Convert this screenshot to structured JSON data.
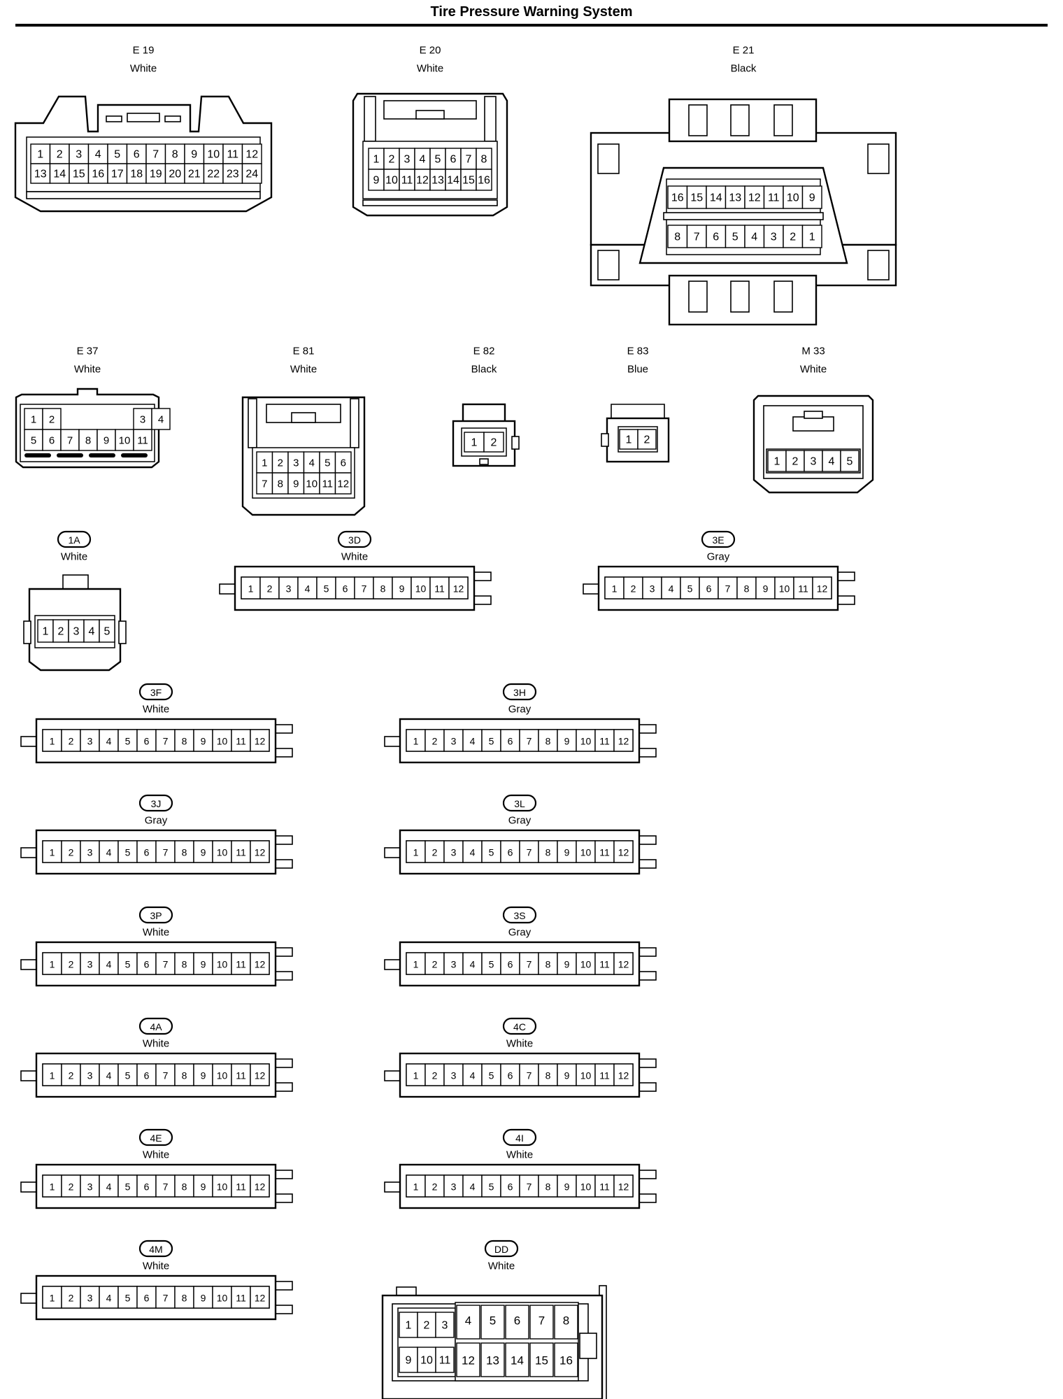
{
  "title": "Tire Pressure Warning System",
  "connectors": [
    {
      "id": "E 19",
      "badge": false,
      "color": "White",
      "rows": [
        [
          "1",
          "2",
          "3",
          "4",
          "5",
          "6",
          "7",
          "8",
          "9",
          "10",
          "11",
          "12"
        ],
        [
          "13",
          "14",
          "15",
          "16",
          "17",
          "18",
          "19",
          "20",
          "21",
          "22",
          "23",
          "24"
        ]
      ]
    },
    {
      "id": "E 20",
      "badge": false,
      "color": "White",
      "rows": [
        [
          "1",
          "2",
          "3",
          "4",
          "5",
          "6",
          "7",
          "8"
        ],
        [
          "9",
          "10",
          "11",
          "12",
          "13",
          "14",
          "15",
          "16"
        ]
      ]
    },
    {
      "id": "E 21",
      "badge": false,
      "color": "Black",
      "rows": [
        [
          "16",
          "15",
          "14",
          "13",
          "12",
          "11",
          "10",
          "9"
        ],
        [
          "8",
          "7",
          "6",
          "5",
          "4",
          "3",
          "2",
          "1"
        ]
      ]
    },
    {
      "id": "E 37",
      "badge": false,
      "color": "White",
      "rows": [
        [
          "1",
          "2",
          "",
          "",
          "",
          "",
          "3",
          "4"
        ],
        [
          "5",
          "6",
          "7",
          "8",
          "9",
          "10",
          "11"
        ]
      ]
    },
    {
      "id": "E 81",
      "badge": false,
      "color": "White",
      "rows": [
        [
          "1",
          "2",
          "3",
          "4",
          "5",
          "6"
        ],
        [
          "7",
          "8",
          "9",
          "10",
          "11",
          "12"
        ]
      ]
    },
    {
      "id": "E 82",
      "badge": false,
      "color": "Black",
      "rows": [
        [
          "1",
          "2"
        ]
      ]
    },
    {
      "id": "E 83",
      "badge": false,
      "color": "Blue",
      "rows": [
        [
          "1",
          "2"
        ]
      ]
    },
    {
      "id": "M 33",
      "badge": false,
      "color": "White",
      "rows": [
        [
          "1",
          "2",
          "3",
          "4",
          "5"
        ]
      ]
    },
    {
      "id": "1A",
      "badge": true,
      "color": "White",
      "rows": [
        [
          "1",
          "2",
          "3",
          "4",
          "5"
        ]
      ]
    },
    {
      "id": "3D",
      "badge": true,
      "color": "White",
      "rows": [
        [
          "1",
          "2",
          "3",
          "4",
          "5",
          "6",
          "7",
          "8",
          "9",
          "10",
          "11",
          "12"
        ]
      ]
    },
    {
      "id": "3E",
      "badge": true,
      "color": "Gray",
      "rows": [
        [
          "1",
          "2",
          "3",
          "4",
          "5",
          "6",
          "7",
          "8",
          "9",
          "10",
          "11",
          "12"
        ]
      ]
    },
    {
      "id": "3F",
      "badge": true,
      "color": "White",
      "rows": [
        [
          "1",
          "2",
          "3",
          "4",
          "5",
          "6",
          "7",
          "8",
          "9",
          "10",
          "11",
          "12"
        ]
      ]
    },
    {
      "id": "3H",
      "badge": true,
      "color": "Gray",
      "rows": [
        [
          "1",
          "2",
          "3",
          "4",
          "5",
          "6",
          "7",
          "8",
          "9",
          "10",
          "11",
          "12"
        ]
      ]
    },
    {
      "id": "3J",
      "badge": true,
      "color": "Gray",
      "rows": [
        [
          "1",
          "2",
          "3",
          "4",
          "5",
          "6",
          "7",
          "8",
          "9",
          "10",
          "11",
          "12"
        ]
      ]
    },
    {
      "id": "3L",
      "badge": true,
      "color": "Gray",
      "rows": [
        [
          "1",
          "2",
          "3",
          "4",
          "5",
          "6",
          "7",
          "8",
          "9",
          "10",
          "11",
          "12"
        ]
      ]
    },
    {
      "id": "3P",
      "badge": true,
      "color": "White",
      "rows": [
        [
          "1",
          "2",
          "3",
          "4",
          "5",
          "6",
          "7",
          "8",
          "9",
          "10",
          "11",
          "12"
        ]
      ]
    },
    {
      "id": "3S",
      "badge": true,
      "color": "Gray",
      "rows": [
        [
          "1",
          "2",
          "3",
          "4",
          "5",
          "6",
          "7",
          "8",
          "9",
          "10",
          "11",
          "12"
        ]
      ]
    },
    {
      "id": "4A",
      "badge": true,
      "color": "White",
      "rows": [
        [
          "1",
          "2",
          "3",
          "4",
          "5",
          "6",
          "7",
          "8",
          "9",
          "10",
          "11",
          "12"
        ]
      ]
    },
    {
      "id": "4C",
      "badge": true,
      "color": "White",
      "rows": [
        [
          "1",
          "2",
          "3",
          "4",
          "5",
          "6",
          "7",
          "8",
          "9",
          "10",
          "11",
          "12"
        ]
      ]
    },
    {
      "id": "4E",
      "badge": true,
      "color": "White",
      "rows": [
        [
          "1",
          "2",
          "3",
          "4",
          "5",
          "6",
          "7",
          "8",
          "9",
          "10",
          "11",
          "12"
        ]
      ]
    },
    {
      "id": "4I",
      "badge": true,
      "color": "White",
      "rows": [
        [
          "1",
          "2",
          "3",
          "4",
          "5",
          "6",
          "7",
          "8",
          "9",
          "10",
          "11",
          "12"
        ]
      ]
    },
    {
      "id": "4M",
      "badge": true,
      "color": "White",
      "rows": [
        [
          "1",
          "2",
          "3",
          "4",
          "5",
          "6",
          "7",
          "8",
          "9",
          "10",
          "11",
          "12"
        ]
      ]
    },
    {
      "id": "DD",
      "badge": true,
      "color": "White",
      "rows": [
        [
          "1",
          "2",
          "3",
          "4",
          "5",
          "6",
          "7",
          "8"
        ],
        [
          "9",
          "10",
          "11",
          "12",
          "13",
          "14",
          "15",
          "16"
        ]
      ]
    }
  ]
}
